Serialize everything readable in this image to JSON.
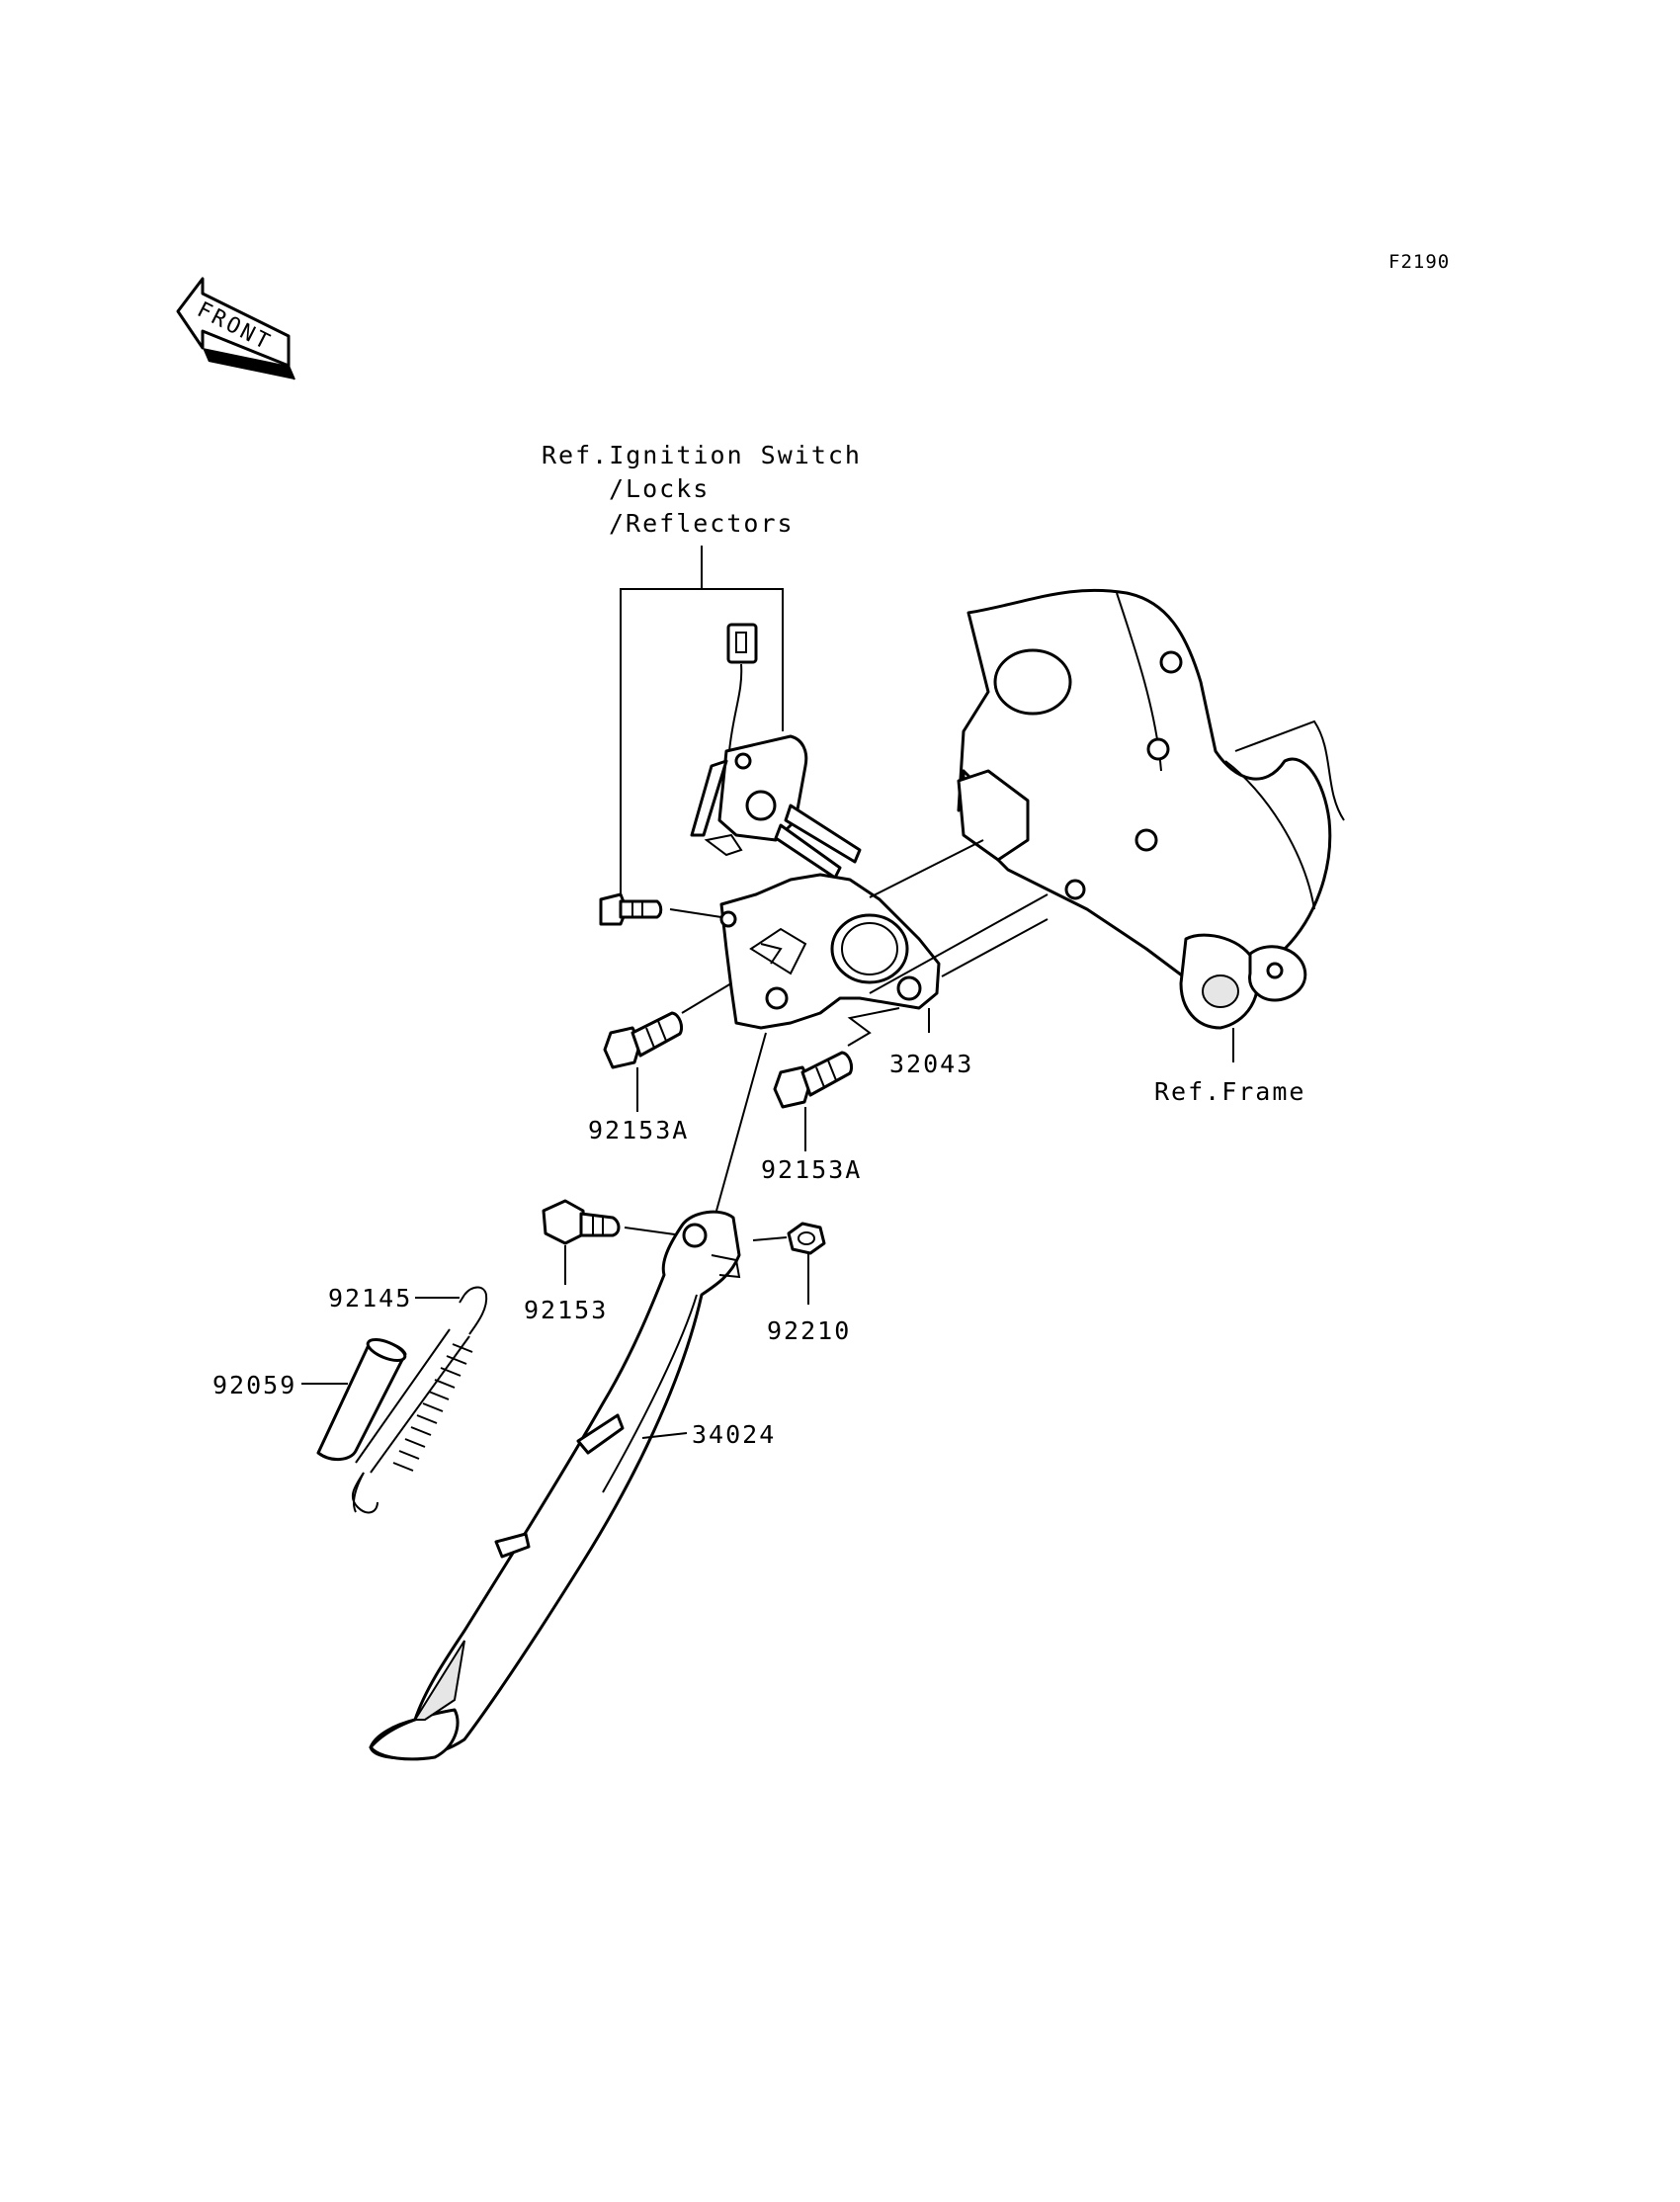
{
  "diagram_code": "F2190",
  "front_arrow_text": "FRONT",
  "callouts": {
    "ignition_ref_line1": "Ref.Ignition Switch",
    "ignition_ref_line2": "/Locks",
    "ignition_ref_line3": "/Reflectors",
    "frame_ref": "Ref.Frame",
    "bracket": "32043",
    "bolt_left": "92153A",
    "bolt_right": "92153A",
    "pivot_bolt": "92153",
    "nut": "92210",
    "spring": "92145",
    "cover": "92059",
    "side_stand": "34024"
  }
}
